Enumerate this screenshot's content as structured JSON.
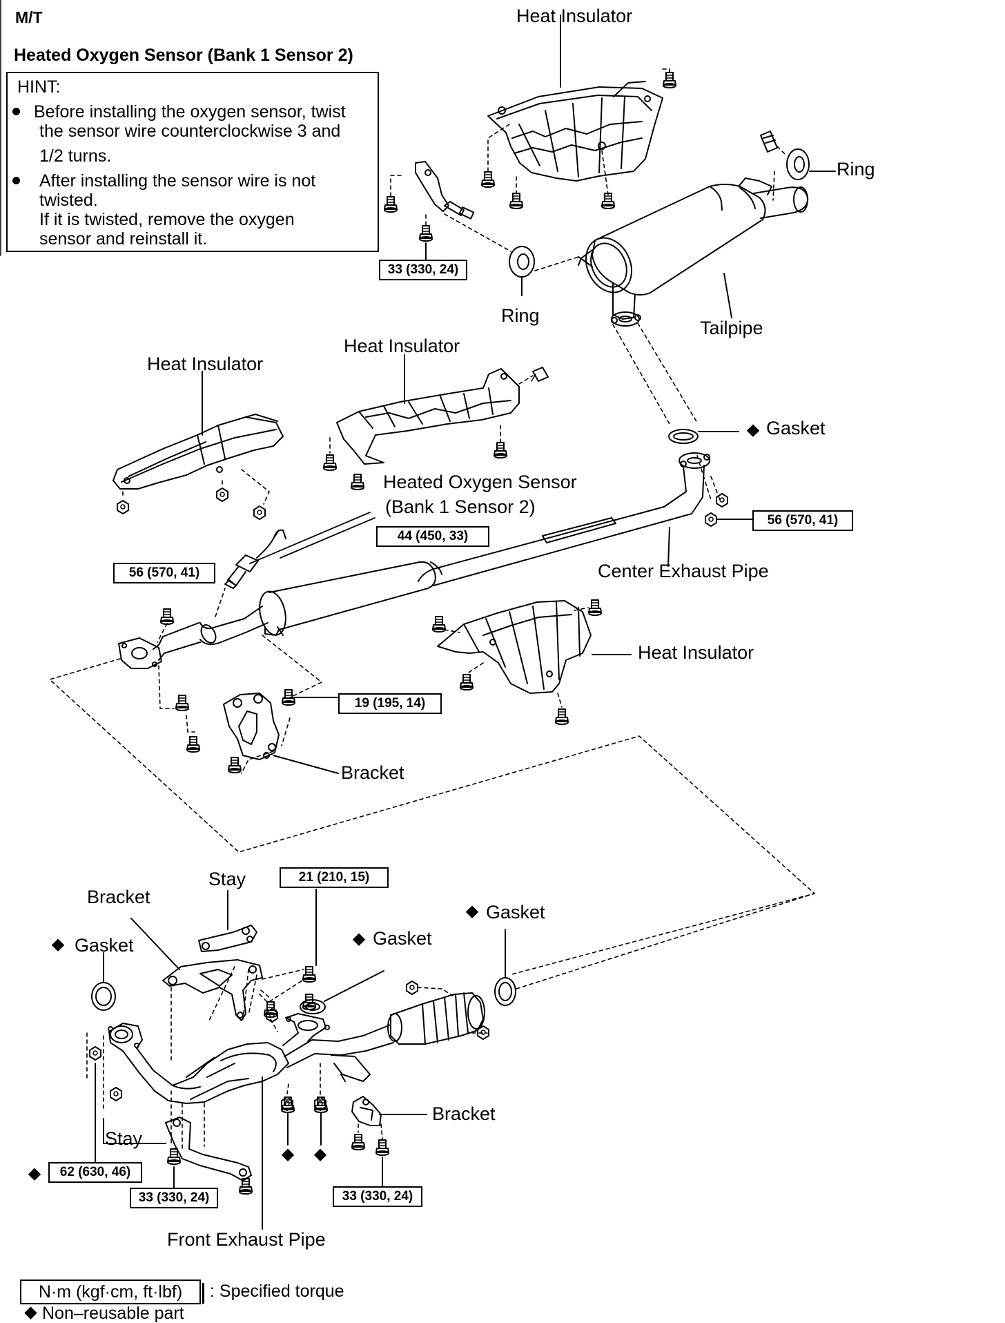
{
  "header": {
    "variant": "M/T",
    "section_title": "Heated Oxygen Sensor (Bank 1 Sensor 2)"
  },
  "hint": {
    "title": "HINT:",
    "bullet1": [
      "Before installing the oxygen sensor, twist",
      "the sensor wire counterclockwise 3 and",
      "1/2 turns."
    ],
    "bullet2": [
      "After installing the sensor wire is not",
      "twisted.",
      "If it is twisted, remove the oxygen",
      "sensor and reinstall it."
    ]
  },
  "labels": {
    "heat_insulator_top": "Heat Insulator",
    "ring_right": "Ring",
    "ring_left": "Ring",
    "tailpipe": "Tailpipe",
    "heat_insulator_left": "Heat Insulator",
    "heat_insulator_mid": "Heat Insulator",
    "gasket_center": "Gasket",
    "o2_sensor_line1": "Heated Oxygen Sensor",
    "o2_sensor_line2": "(Bank 1 Sensor 2)",
    "center_exhaust_pipe": "Center Exhaust Pipe",
    "heat_insulator_lower": "Heat Insulator",
    "bracket_center": "Bracket",
    "stay_top": "Stay",
    "bracket_front_left": "Bracket",
    "gasket_right": "Gasket",
    "gasket_mid": "Gasket",
    "gasket_left": "Gasket",
    "bracket_front_right": "Bracket",
    "stay_lower": "Stay",
    "front_exhaust_pipe": "Front Exhaust Pipe"
  },
  "torques": {
    "t_top_left": "33 (330, 24)",
    "t_gasket_flange": "56 (570, 41)",
    "t_center_pipe": "44 (450, 33)",
    "t_left_flange": "56 (570, 41)",
    "t_bracket": "19 (195, 14)",
    "t_front_top": "21 (210, 15)",
    "t_front_left": "62 (630, 46)",
    "t_front_stay": "33 (330, 24)",
    "t_front_bracket": "33 (330, 24)"
  },
  "legend": {
    "unit_box": "N·m (kgf·cm, ft·lbf)",
    "unit_desc": ": Specified torque",
    "non_reusable": "Non–reusable part"
  },
  "symbols": {
    "non_reusable": "black-diamond-icon",
    "hint_bullet": "black-circle-icon"
  }
}
